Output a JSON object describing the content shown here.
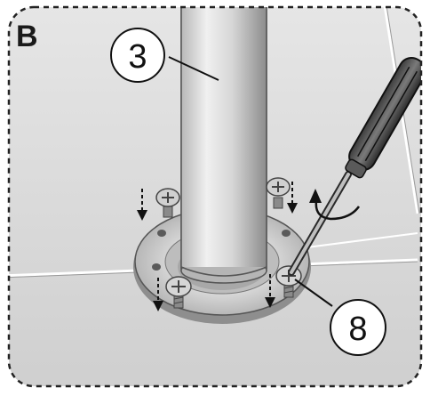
{
  "step": {
    "letter": "B"
  },
  "callouts": [
    {
      "id": "pole",
      "label": "3"
    },
    {
      "id": "screw",
      "label": "8"
    }
  ],
  "colors": {
    "frame": "#222222",
    "paper": "#ffffff",
    "floor": "#d8d8d8",
    "pole_light": "#e2e2e2",
    "pole_dark": "#9a9a9a",
    "flange": "#c4c4c4",
    "ink": "#1a1a1a"
  },
  "icons": [
    "screwdriver-icon",
    "rotation-arrow-icon",
    "down-arrow-icon"
  ]
}
